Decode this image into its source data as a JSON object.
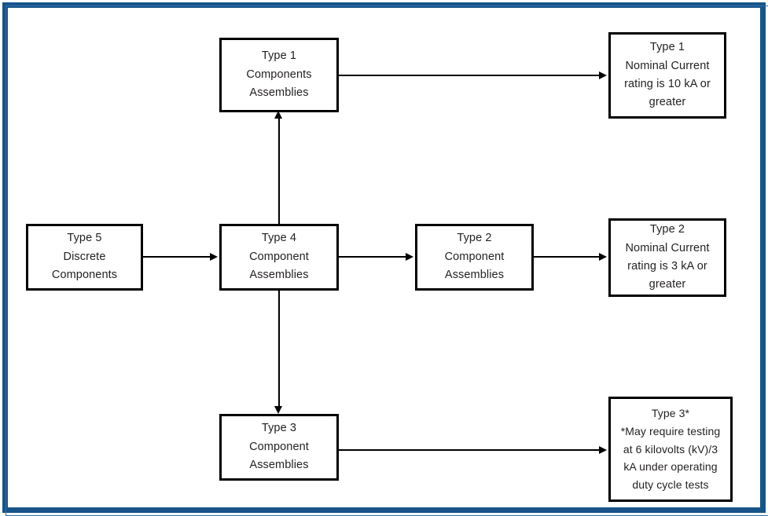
{
  "frame": {
    "border_color": "#17548a",
    "background": "#ffffff"
  },
  "diagram": {
    "type": "flowchart",
    "node_border_color": "#000000",
    "connector_color": "#000000",
    "nodes": [
      {
        "id": "type5-discrete",
        "lines": [
          "Type 5",
          "Discrete",
          "Components"
        ]
      },
      {
        "id": "type4-component",
        "lines": [
          "Type 4",
          "Component",
          "Assemblies"
        ]
      },
      {
        "id": "type1-components",
        "lines": [
          "Type 1",
          "Components",
          "Assemblies"
        ]
      },
      {
        "id": "type2-component",
        "lines": [
          "Type 2",
          "Component",
          "Assemblies"
        ]
      },
      {
        "id": "type3-component",
        "lines": [
          "Type 3",
          "Component",
          "Assemblies"
        ]
      },
      {
        "id": "type1-rating",
        "lines": [
          "Type 1",
          "Nominal Current",
          "rating is 10 kA or",
          "greater"
        ]
      },
      {
        "id": "type2-rating",
        "lines": [
          "Type 2",
          "Nominal Current",
          "rating is 3 kA or",
          "greater"
        ]
      },
      {
        "id": "type3-rating",
        "lines": [
          "Type 3*",
          "*May require testing",
          "at 6 kilovolts (kV)/3",
          "kA under operating",
          "duty cycle tests"
        ]
      }
    ],
    "connectors": [
      {
        "id": "type5-to-type4",
        "from": "type5-discrete",
        "to": "type4-component",
        "direction": "right"
      },
      {
        "id": "type4-to-type2",
        "from": "type4-component",
        "to": "type2-component",
        "direction": "right"
      },
      {
        "id": "type2-to-type2-rating",
        "from": "type2-component",
        "to": "type2-rating",
        "direction": "right"
      },
      {
        "id": "type1-to-type1-rating",
        "from": "type1-components",
        "to": "type1-rating",
        "direction": "right"
      },
      {
        "id": "type3-to-type3-rating",
        "from": "type3-component",
        "to": "type3-rating",
        "direction": "right"
      },
      {
        "id": "type4-to-type1",
        "from": "type4-component",
        "to": "type1-components",
        "direction": "up"
      },
      {
        "id": "type4-to-type3",
        "from": "type4-component",
        "to": "type3-component",
        "direction": "down"
      }
    ]
  }
}
